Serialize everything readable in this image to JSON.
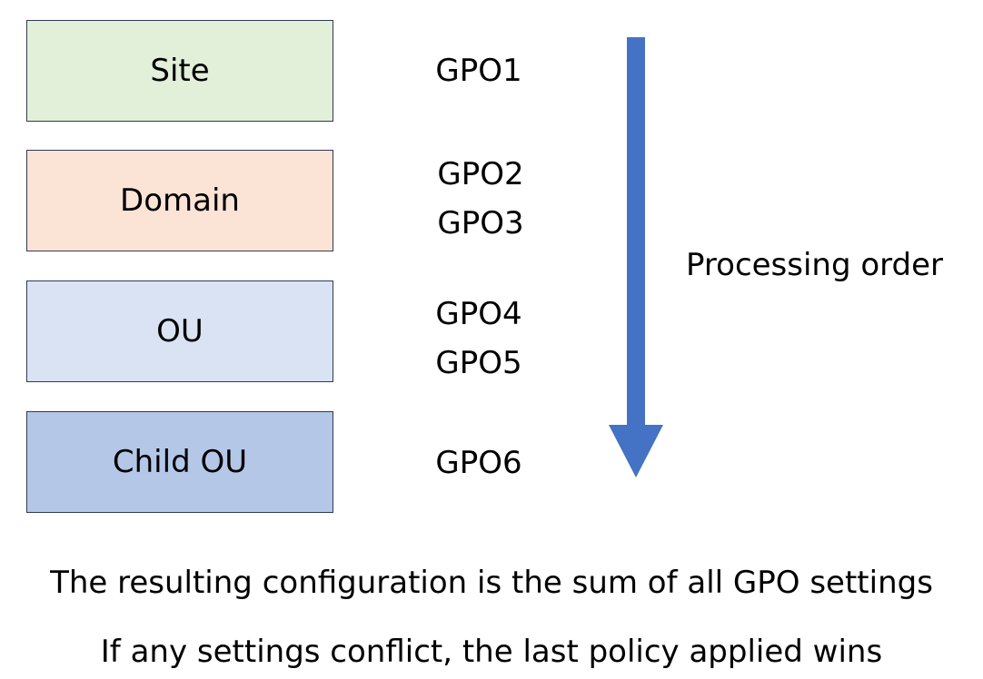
{
  "levels": [
    {
      "label": "Site",
      "fill": "#e2efd9",
      "gpos": [
        "GPO1"
      ]
    },
    {
      "label": "Domain",
      "fill": "#fbe3d6",
      "gpos": [
        "GPO2",
        "GPO3"
      ]
    },
    {
      "label": "OU",
      "fill": "#dae3f3",
      "gpos": [
        "GPO4",
        "GPO5"
      ]
    },
    {
      "label": "Child OU",
      "fill": "#b4c7e7",
      "gpos": [
        "GPO6"
      ]
    }
  ],
  "arrow": {
    "label": "Processing order",
    "color": "#4472c4",
    "icon": "arrow-down-icon"
  },
  "captions": [
    "The resulting configuration is the sum of all GPO settings",
    "If any settings conflict, the last policy applied wins"
  ]
}
